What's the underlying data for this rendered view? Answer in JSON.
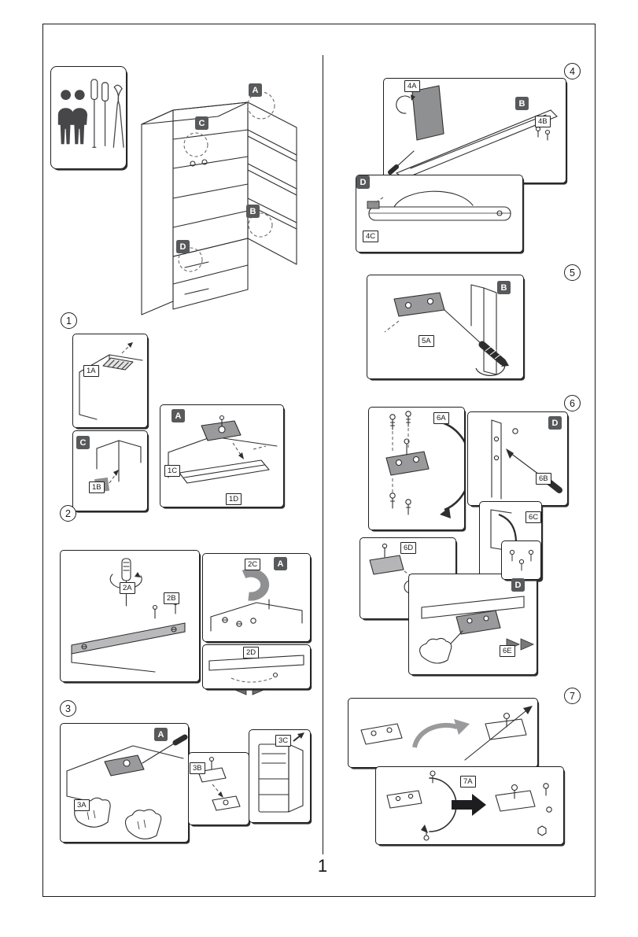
{
  "page": {
    "number": "1"
  },
  "colors": {
    "line": "#2e2e2e",
    "badge_background": "#58595b",
    "badge_text": "#ffffff",
    "part_gray": "#9a9a9c",
    "panel_border": "#1f1f1f"
  },
  "overview": {
    "badge_a": "A",
    "badge_b": "B",
    "badge_c": "C",
    "badge_d": "D"
  },
  "steps": {
    "s1": {
      "num": "1",
      "l1a": "1A",
      "badge_c": "C",
      "l1b": "1B",
      "badge_a": "A",
      "l1c": "1C",
      "l1d": "1D"
    },
    "s2": {
      "num": "2",
      "l2a": "2A",
      "l2b": "2B",
      "l2c": "2C",
      "badge_a": "A",
      "l2d": "2D"
    },
    "s3": {
      "num": "3",
      "badge_a": "A",
      "l3a": "3A",
      "l3b": "3B",
      "l3c": "3C"
    },
    "s4": {
      "num": "4",
      "l4a": "4A",
      "badge_b": "B",
      "l4b": "4B",
      "badge_d": "D",
      "l4c": "4C"
    },
    "s5": {
      "num": "5",
      "badge_b": "B",
      "l5a": "5A"
    },
    "s6": {
      "num": "6",
      "l6a": "6A",
      "badge_d1": "D",
      "l6b": "6B",
      "l6c": "6C",
      "l6d": "6D",
      "badge_d2": "D",
      "l6e": "6E"
    },
    "s7": {
      "num": "7",
      "l7a": "7A"
    }
  }
}
